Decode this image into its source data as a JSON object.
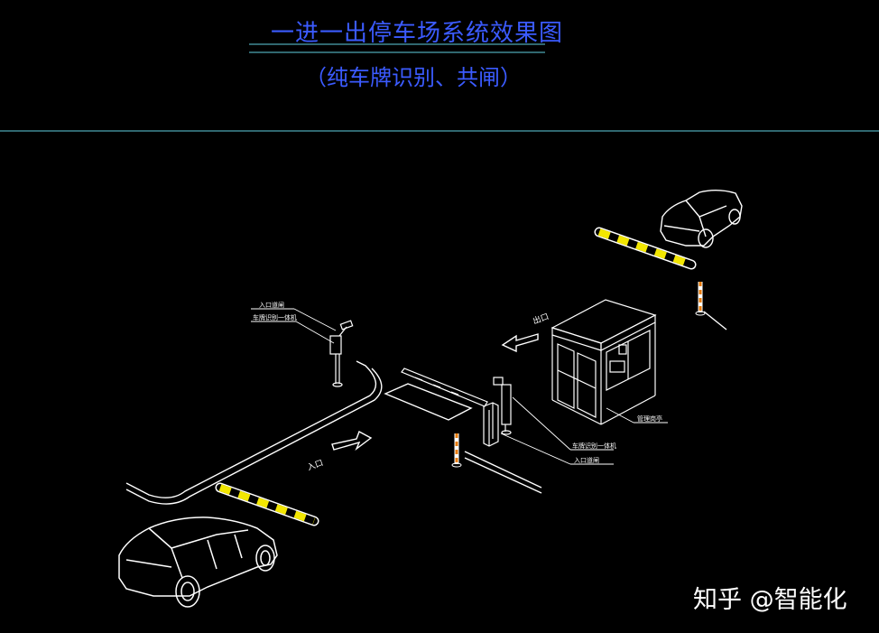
{
  "title": {
    "main": "一进一出停车场系统效果图",
    "sub": "（纯车牌识别、共闸）"
  },
  "labels": {
    "entry_barrier": "入口道闸",
    "plate_camera_left": "车牌识别一体机",
    "exit_marker": "出口",
    "entry_marker": "入口",
    "plate_camera_right": "车牌识别一体机",
    "entry_barrier_right": "入口道闸",
    "booth": "管理岗亭"
  },
  "watermark": "知乎 @智能化",
  "colors": {
    "title": "#3b5bff",
    "rule": "#5fd0e0",
    "barrier_yellow": "#f2e600",
    "bollard_orange": "#e87a00",
    "line": "#ffffff"
  }
}
